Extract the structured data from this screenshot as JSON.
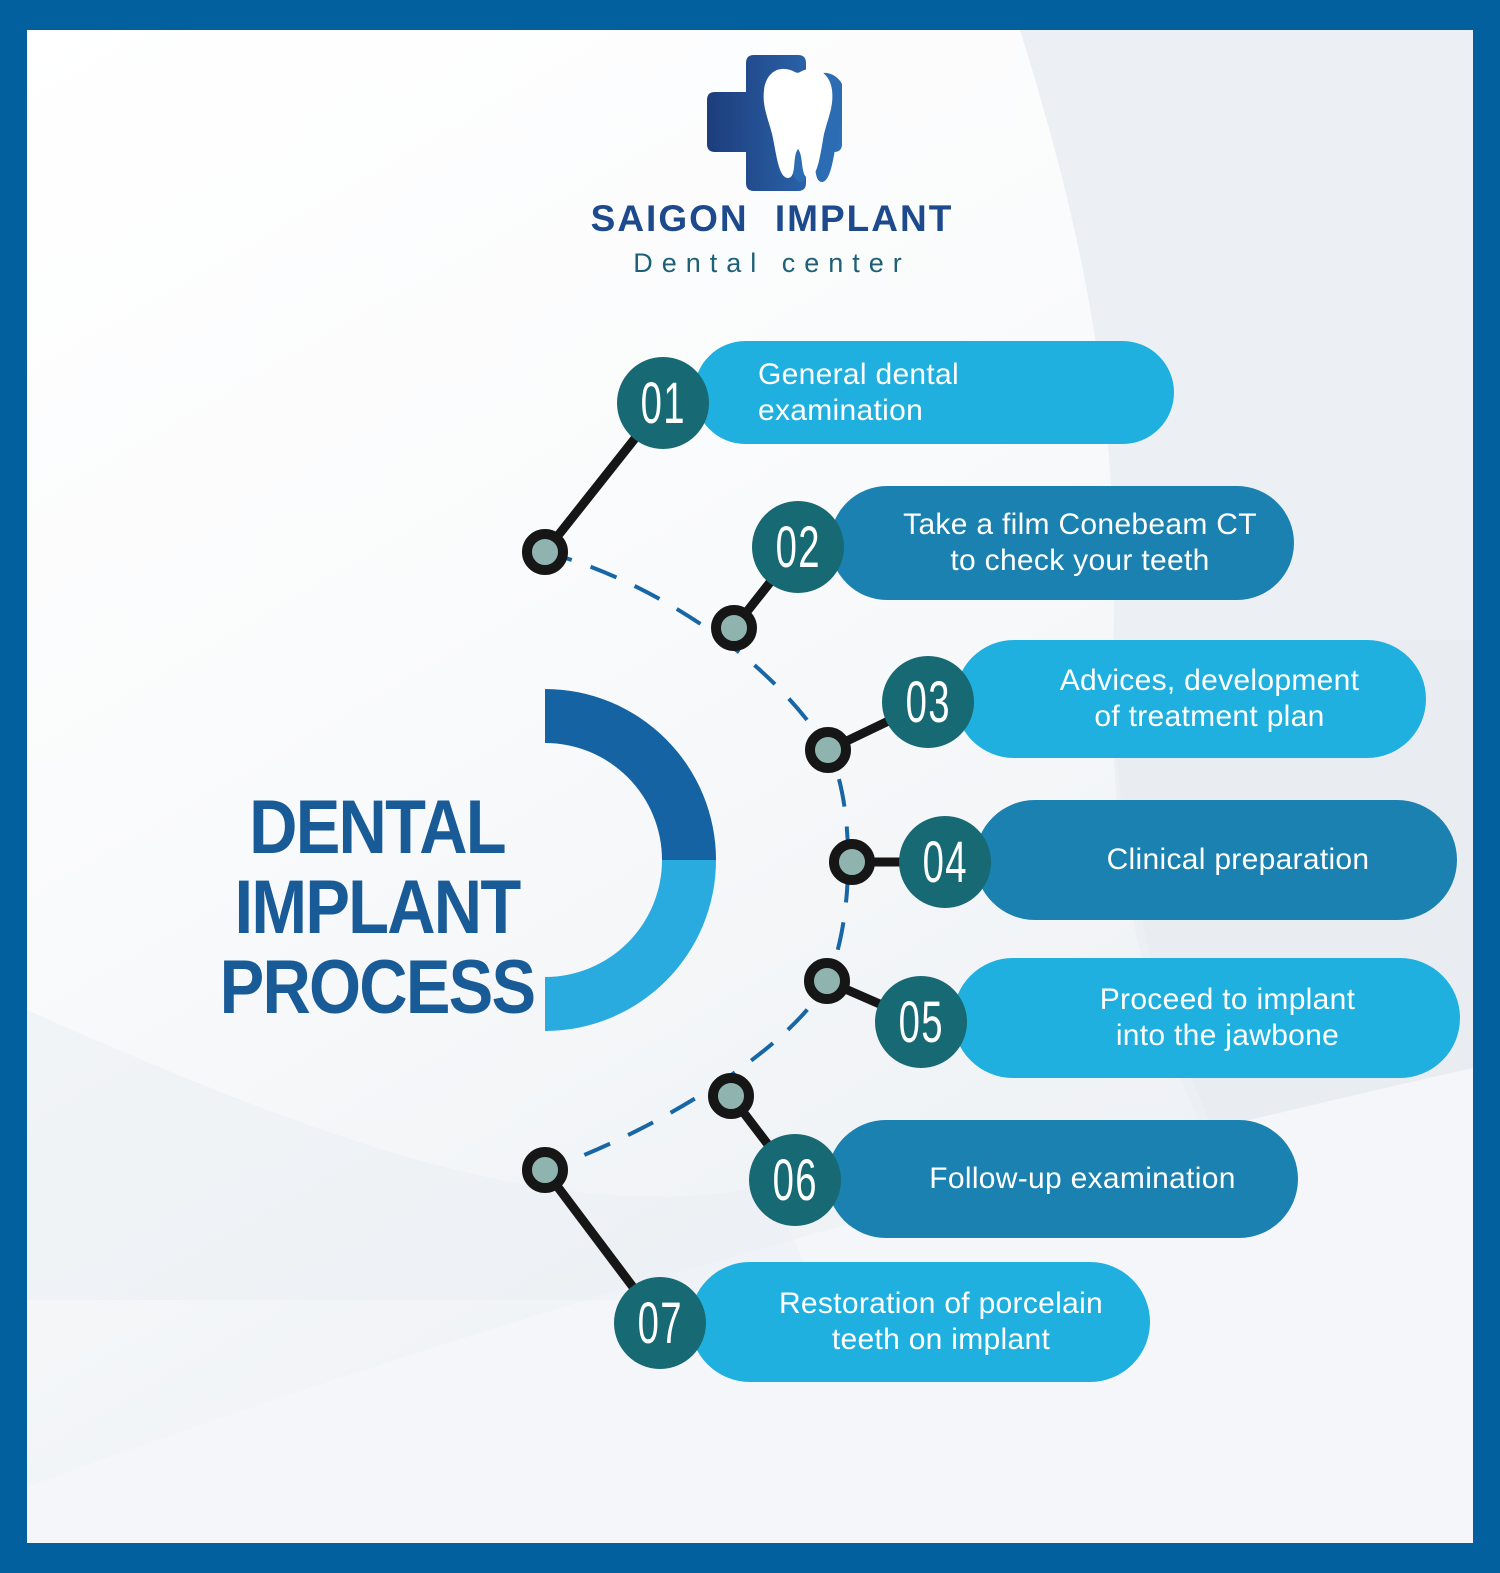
{
  "logo": {
    "brand": "SAIGON IMPLANT",
    "tagline": "Dental center",
    "icon": "tooth-cross-logo-icon"
  },
  "title": {
    "line1": "DENTAL IMPLANT",
    "line2": "PROCESS"
  },
  "steps": [
    {
      "num": "01",
      "text": "General dental\nexamination",
      "tone": "light"
    },
    {
      "num": "02",
      "text": "Take a film Conebeam CT\nto check your teeth",
      "tone": "mid"
    },
    {
      "num": "03",
      "text": "Advices, development\nof treatment plan",
      "tone": "light"
    },
    {
      "num": "04",
      "text": "Clinical preparation",
      "tone": "mid"
    },
    {
      "num": "05",
      "text": "Proceed to implant\ninto the jawbone",
      "tone": "light"
    },
    {
      "num": "06",
      "text": "Follow-up examination",
      "tone": "mid"
    },
    {
      "num": "07",
      "text": "Restoration of porcelain\nteeth on implant",
      "tone": "light"
    }
  ],
  "colors": {
    "frame_blue": "#01609d",
    "pill_light_blue": "#1fb0e0",
    "pill_medium_blue": "#1a81b1",
    "step_circle_teal": "#176973",
    "title_blue": "#195b97",
    "donut_dark": "#1563a2",
    "donut_light": "#29abdf",
    "node_dot_fill": "#8fb3ae",
    "connector_black": "#161616",
    "dashed_arc_blue": "#1766a6"
  }
}
